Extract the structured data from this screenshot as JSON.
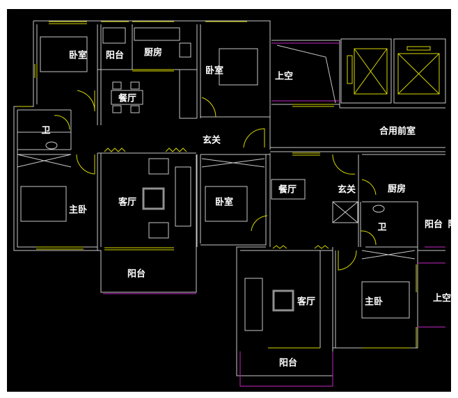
{
  "drawing": {
    "colors": {
      "background": "#000000",
      "wall": "#c8c8c8",
      "window": "#d8d800",
      "balcony": "#a020a0",
      "axis": "#8a7a28"
    },
    "rooms": [
      {
        "id": "bedroom-nw",
        "label": "卧室"
      },
      {
        "id": "balcony-n",
        "label": "阳台"
      },
      {
        "id": "kitchen-n",
        "label": "厨房"
      },
      {
        "id": "dining-n",
        "label": "餐厅"
      },
      {
        "id": "bedroom-n",
        "label": "卧室"
      },
      {
        "id": "void-n",
        "label": "上空"
      },
      {
        "id": "shared-lobby",
        "label": "合用前室"
      },
      {
        "id": "bath-w",
        "label": "卫"
      },
      {
        "id": "foyer-n",
        "label": "玄关"
      },
      {
        "id": "master-w",
        "label": "主卧"
      },
      {
        "id": "living-w",
        "label": "客厅"
      },
      {
        "id": "bedroom-c",
        "label": "卧室"
      },
      {
        "id": "dining-e",
        "label": "餐厅"
      },
      {
        "id": "foyer-e",
        "label": "玄关"
      },
      {
        "id": "kitchen-e",
        "label": "厨房"
      },
      {
        "id": "bath-e",
        "label": "卫"
      },
      {
        "id": "balcony-e",
        "label": "阳台"
      },
      {
        "id": "balcony-e2",
        "label": "阳"
      },
      {
        "id": "master-e",
        "label": "主卧"
      },
      {
        "id": "living-e",
        "label": "客厅"
      },
      {
        "id": "void-e",
        "label": "上空"
      },
      {
        "id": "balcony-sw",
        "label": "阳台"
      },
      {
        "id": "balcony-s",
        "label": "阳台"
      }
    ]
  }
}
